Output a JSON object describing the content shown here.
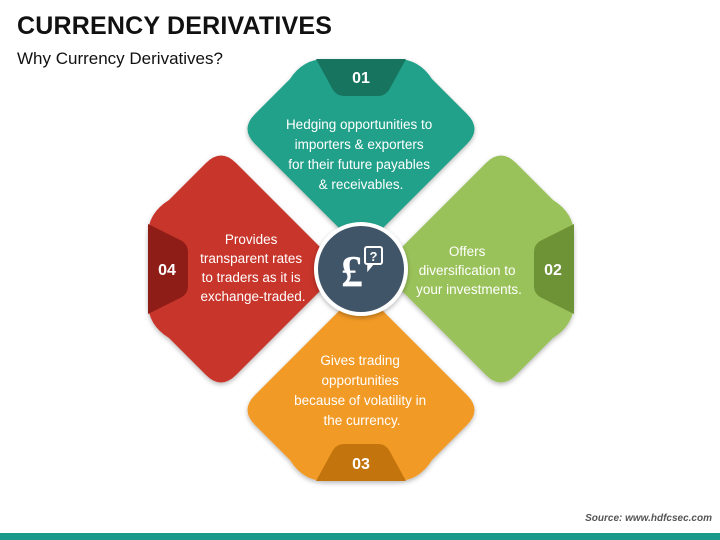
{
  "title": "CURRENCY DERIVATIVES",
  "subtitle": "Why Currency Derivatives?",
  "source": "Source: www.hdfcsec.com",
  "center_icon": {
    "name": "pound-question-icon",
    "symbol": "£",
    "badge": "?",
    "color": "#3f5568"
  },
  "petals": [
    {
      "number": "01",
      "color": "#20a18a",
      "tab_color": "#16745f",
      "lines": [
        "Hedging opportunities to",
        "importers & exporters",
        "for their future payables",
        "& receivables."
      ]
    },
    {
      "number": "02",
      "color": "#9ac25a",
      "tab_color": "#6e9236",
      "lines": [
        "Offers",
        "diversification to",
        "your investments."
      ]
    },
    {
      "number": "03",
      "color": "#f29a26",
      "tab_color": "#c4740c",
      "lines": [
        "Gives trading",
        "opportunities",
        "because of volatility in",
        "the currency."
      ]
    },
    {
      "number": "04",
      "color": "#c8342b",
      "tab_color": "#8e1d17",
      "lines": [
        "Provides",
        "transparent rates",
        "to traders as it is",
        "exchange-traded."
      ]
    }
  ]
}
